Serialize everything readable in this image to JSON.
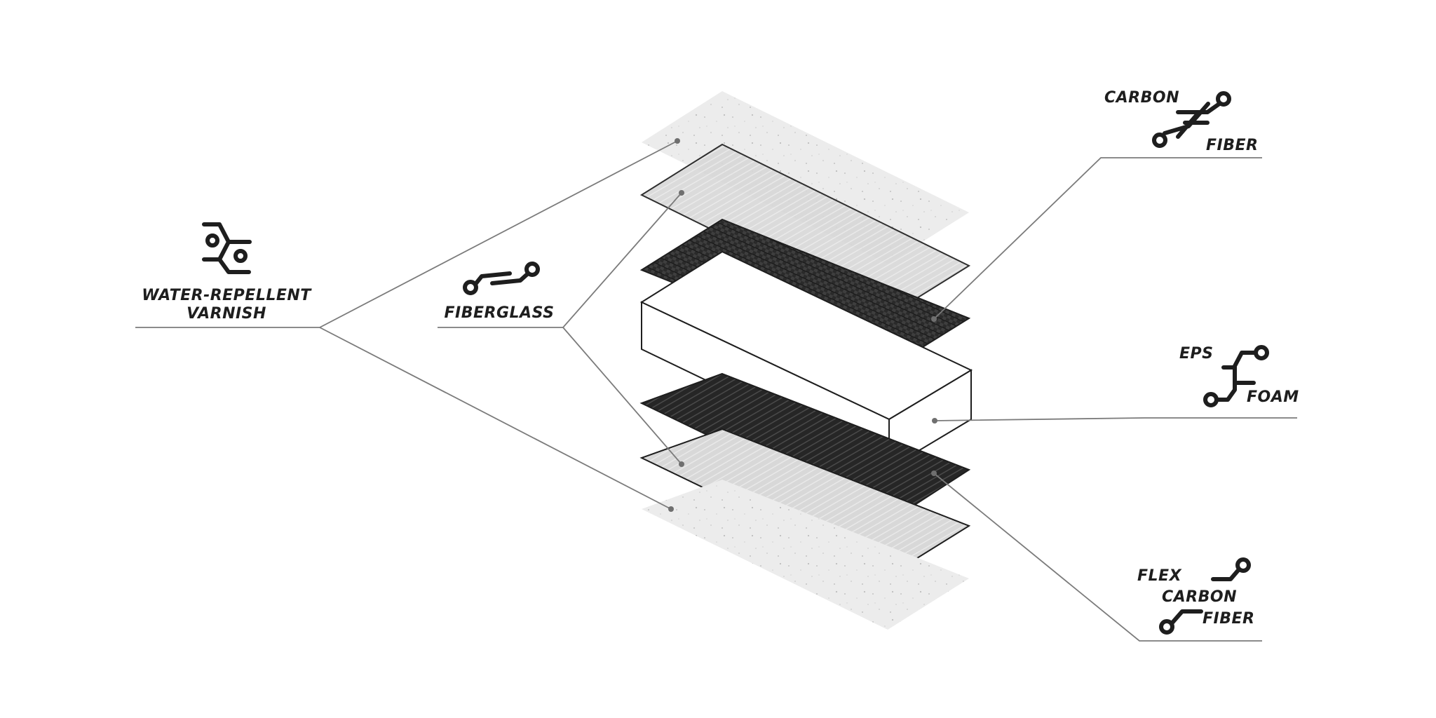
{
  "labels": {
    "water_repellent_line1": "WATER-REPELLENT",
    "water_repellent_line2": "VARNISH",
    "fiberglass": "FIBERGLASS",
    "carbon_fiber_line1": "CARBON",
    "carbon_fiber_line2": "FIBER",
    "eps_foam_line1": "EPS",
    "eps_foam_line2": "FOAM",
    "flex_carbon_line1": "FLEX",
    "flex_carbon_line2": "CARBON",
    "flex_carbon_line3": "FIBER"
  },
  "icons": {
    "water_repellent": "molecule-icon",
    "fiberglass": "circuit-connector-icon",
    "carbon_fiber": "crossed-circuit-icon",
    "eps_foam": "branching-circuit-icon",
    "flex_carbon_fiber": "split-circuit-icon"
  },
  "colors": {
    "carbon": "#2a2a2a",
    "fiberglass": "#d6d6d6",
    "varnish": "#ebebeb",
    "foam": "#ffffff",
    "text": "#1e1e1e",
    "leader": "#7b7b7b"
  }
}
